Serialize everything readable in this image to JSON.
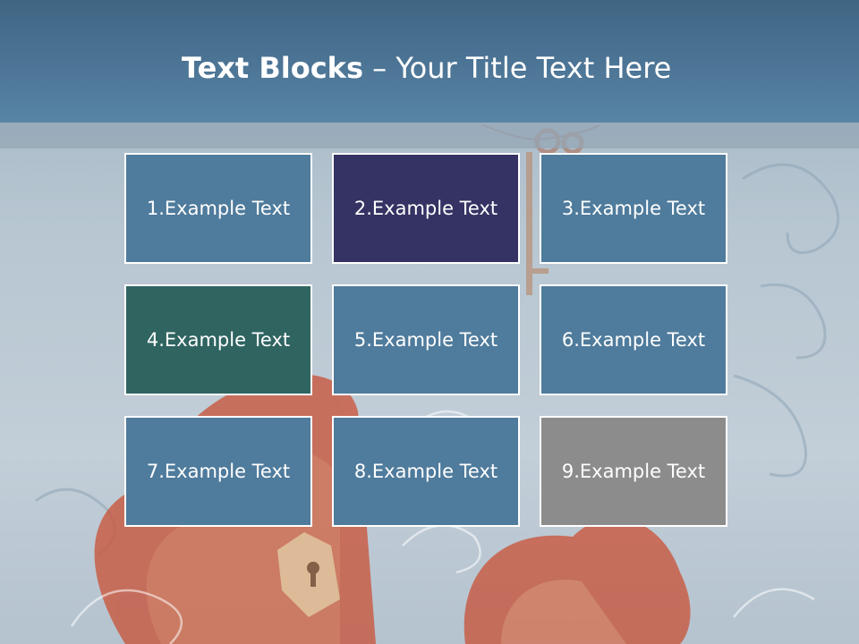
{
  "slide": {
    "title_bold": "Text Blocks",
    "title_separator": " – ",
    "title_rest": "Your Title Text Here"
  },
  "blocks": [
    {
      "label": "1.Example Text",
      "color": "#4f7b9c"
    },
    {
      "label": "2.Example Text",
      "color": "#343363"
    },
    {
      "label": "3.Example Text",
      "color": "#4f7b9c"
    },
    {
      "label": "4.Example Text",
      "color": "#2f6461"
    },
    {
      "label": "5.Example Text",
      "color": "#4f7b9c"
    },
    {
      "label": "6.Example Text",
      "color": "#4f7b9c"
    },
    {
      "label": "7.Example Text",
      "color": "#4f7b9c"
    },
    {
      "label": "8.Example Text",
      "color": "#4f7b9c"
    },
    {
      "label": "9.Example Text",
      "color": "#8c8c8c"
    }
  ],
  "icons": [
    "heart-icon",
    "key-icon",
    "keyhole-icon"
  ]
}
